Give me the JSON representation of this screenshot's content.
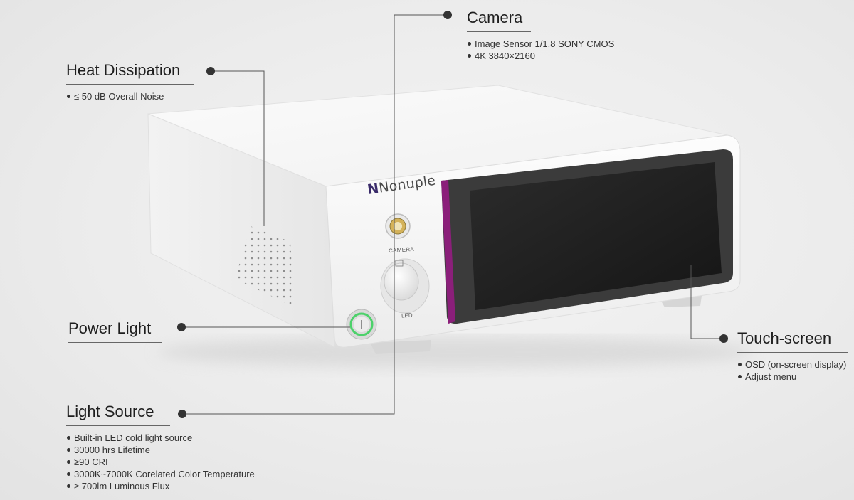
{
  "brand": {
    "name": "Nonuple",
    "accent_color": "#8b1f7a",
    "mark_color": "#3a2b6a"
  },
  "device": {
    "camera_port_label": "CAMERA",
    "led_knob_label": "LED"
  },
  "callouts": {
    "heat": {
      "title": "Heat Dissipation",
      "items": [
        "≤ 50 dB Overall Noise"
      ]
    },
    "camera": {
      "title": "Camera",
      "items": [
        "Image Sensor 1/1.8 SONY CMOS",
        "4K 3840×2160"
      ]
    },
    "power": {
      "title": "Power Light",
      "items": []
    },
    "light": {
      "title": "Light Source",
      "items": [
        "Built-in LED cold light source",
        "30000 hrs Lifetime",
        "≥90 CRI",
        "3000K~7000K Corelated Color Temperature",
        "≥ 700lm Luminous Flux"
      ]
    },
    "touch": {
      "title": "Touch-screen",
      "items": [
        "OSD (on-screen display)",
        "Adjust menu"
      ]
    }
  }
}
